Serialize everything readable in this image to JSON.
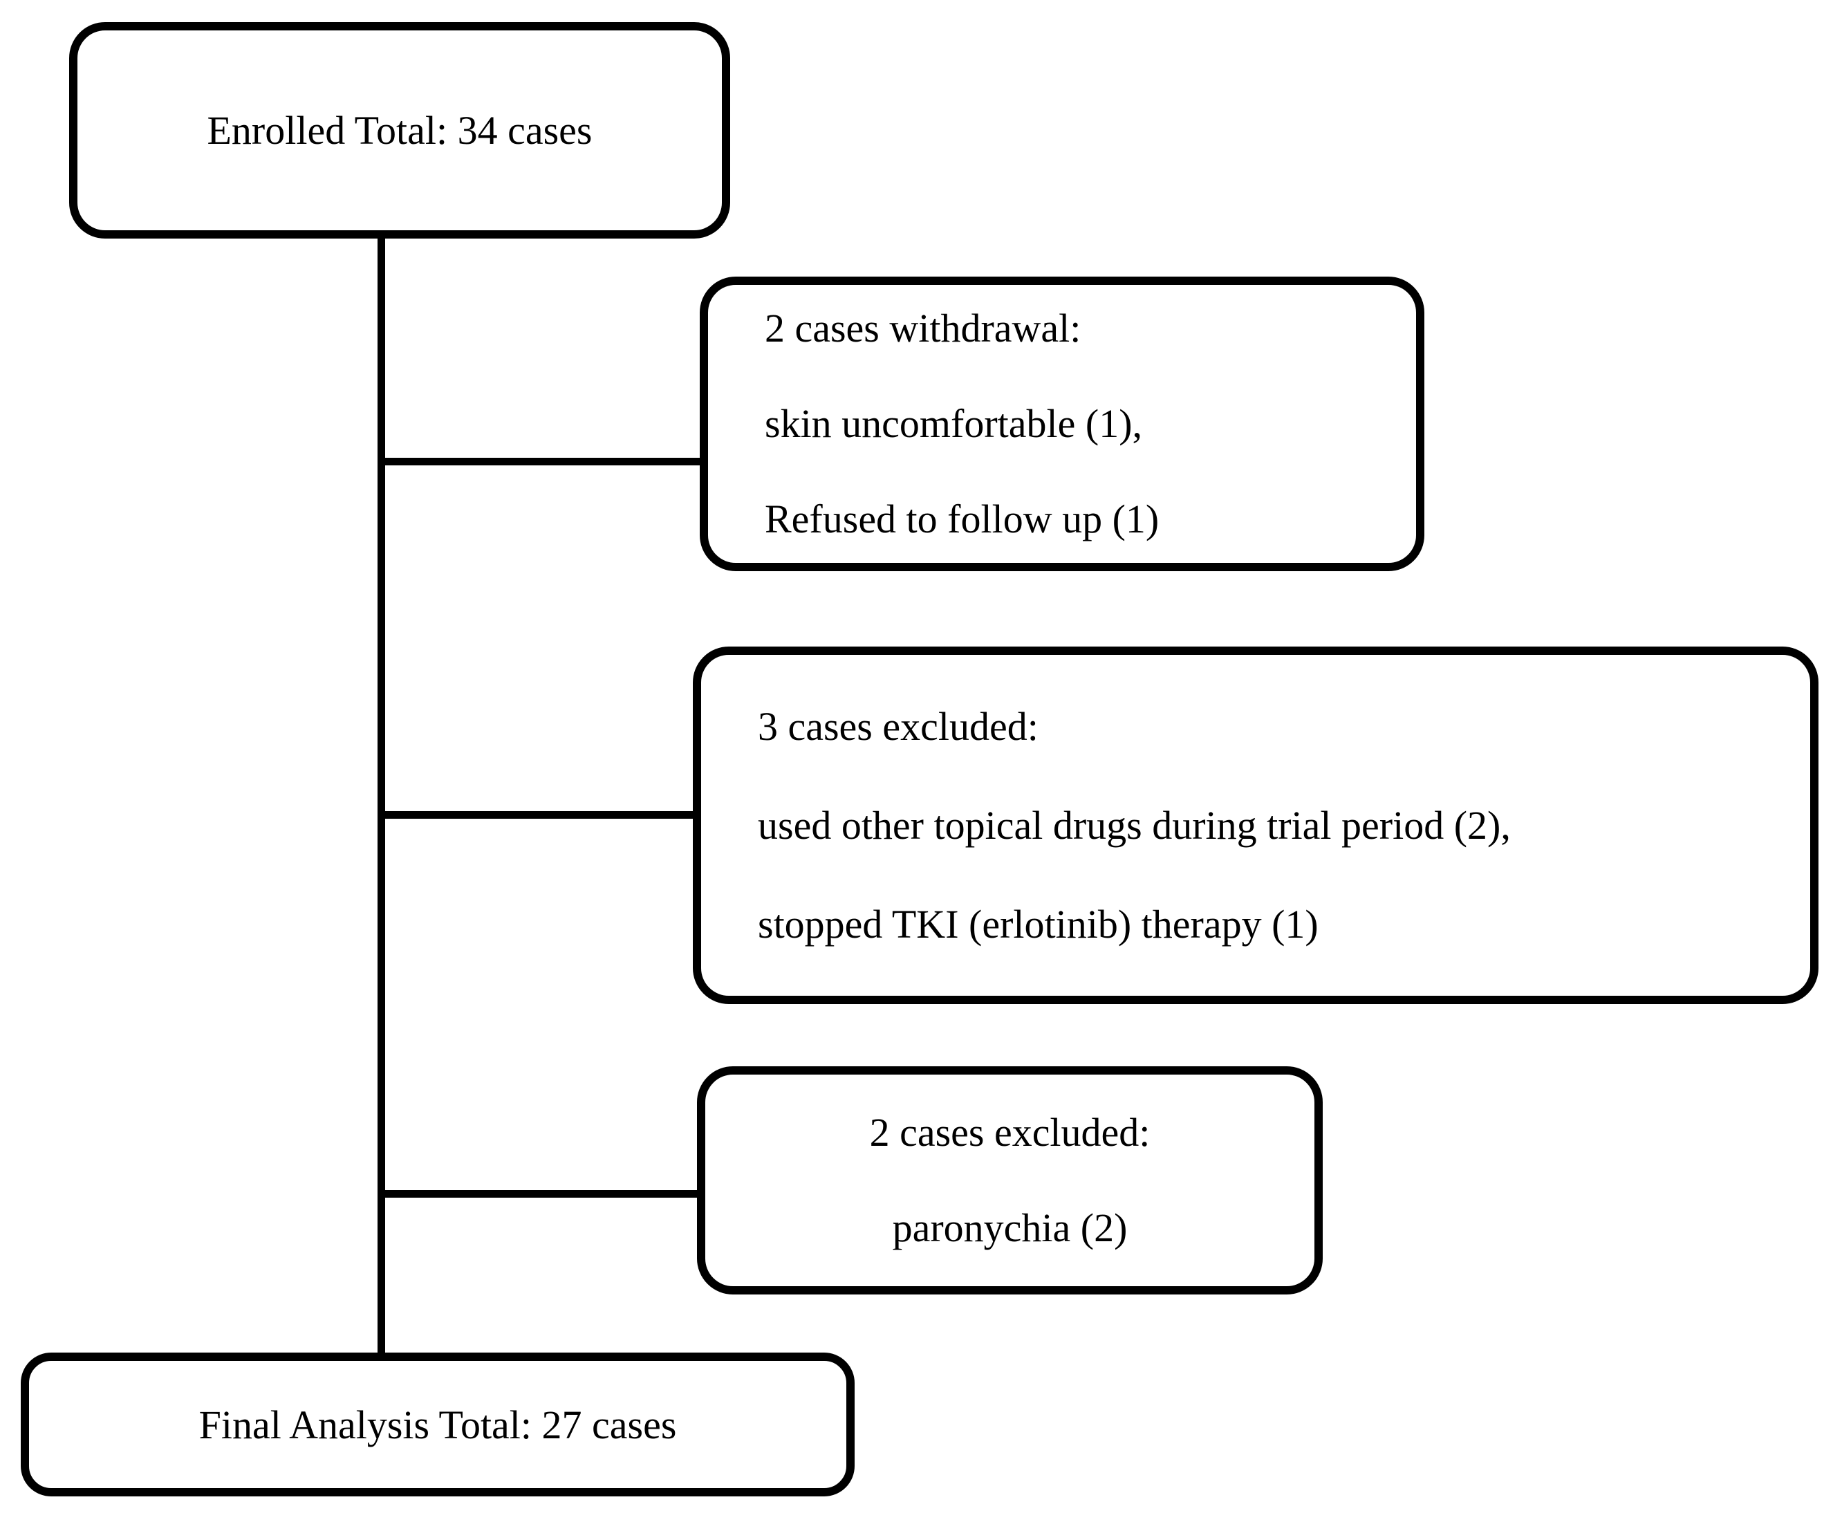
{
  "figure": {
    "background_color": "#ffffff",
    "border_color": "#000000",
    "text_color": "#000000",
    "nodes": {
      "enrolled": {
        "lines": [
          "Enrolled Total: 34 cases"
        ]
      },
      "withdrawal": {
        "lines": [
          "2 cases withdrawal:",
          "skin uncomfortable (1),",
          "Refused to follow up (1)"
        ]
      },
      "excluded_topical": {
        "lines": [
          "3 cases excluded:",
          "used other topical drugs during trial period (2),",
          "stopped TKI (erlotinib) therapy (1)"
        ]
      },
      "excluded_paronychia": {
        "lines": [
          "2 cases excluded:",
          "paronychia (2)"
        ]
      },
      "final_analysis": {
        "lines": [
          "Final Analysis Total: 27 cases"
        ]
      }
    }
  }
}
